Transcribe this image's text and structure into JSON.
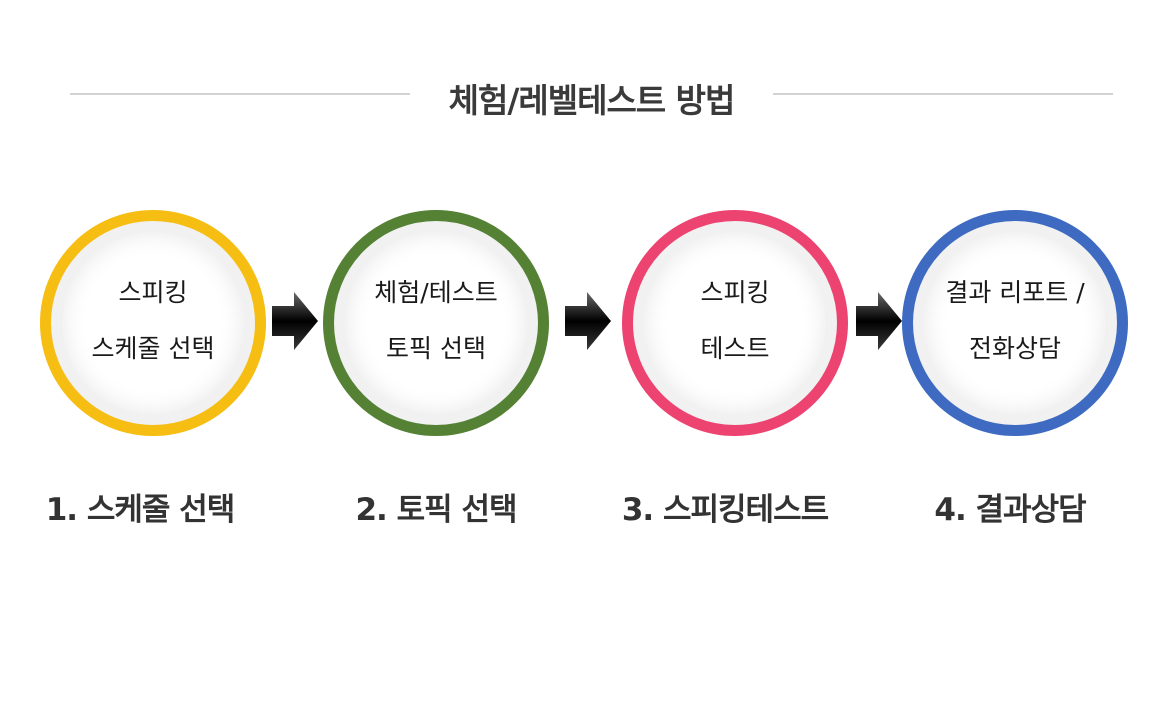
{
  "title": "체험/레벨테스트 방법",
  "steps": [
    {
      "circle_line1": "스피킹",
      "circle_line2": "스케줄 선택",
      "label": "1. 스케줄 선택",
      "color": "#f6bd13"
    },
    {
      "circle_line1": "체험/테스트",
      "circle_line2": "토픽 선택",
      "label": "2. 토픽 선택",
      "color": "#558135"
    },
    {
      "circle_line1": "스피킹",
      "circle_line2": "테스트",
      "label": "3. 스피킹테스트",
      "color": "#ec4371"
    },
    {
      "circle_line1": "결과 리포트 /",
      "circle_line2": "전화상담",
      "label": "4. 결과상담",
      "color": "#3e6bc1"
    }
  ],
  "arrow_icon": "right-arrow-icon"
}
